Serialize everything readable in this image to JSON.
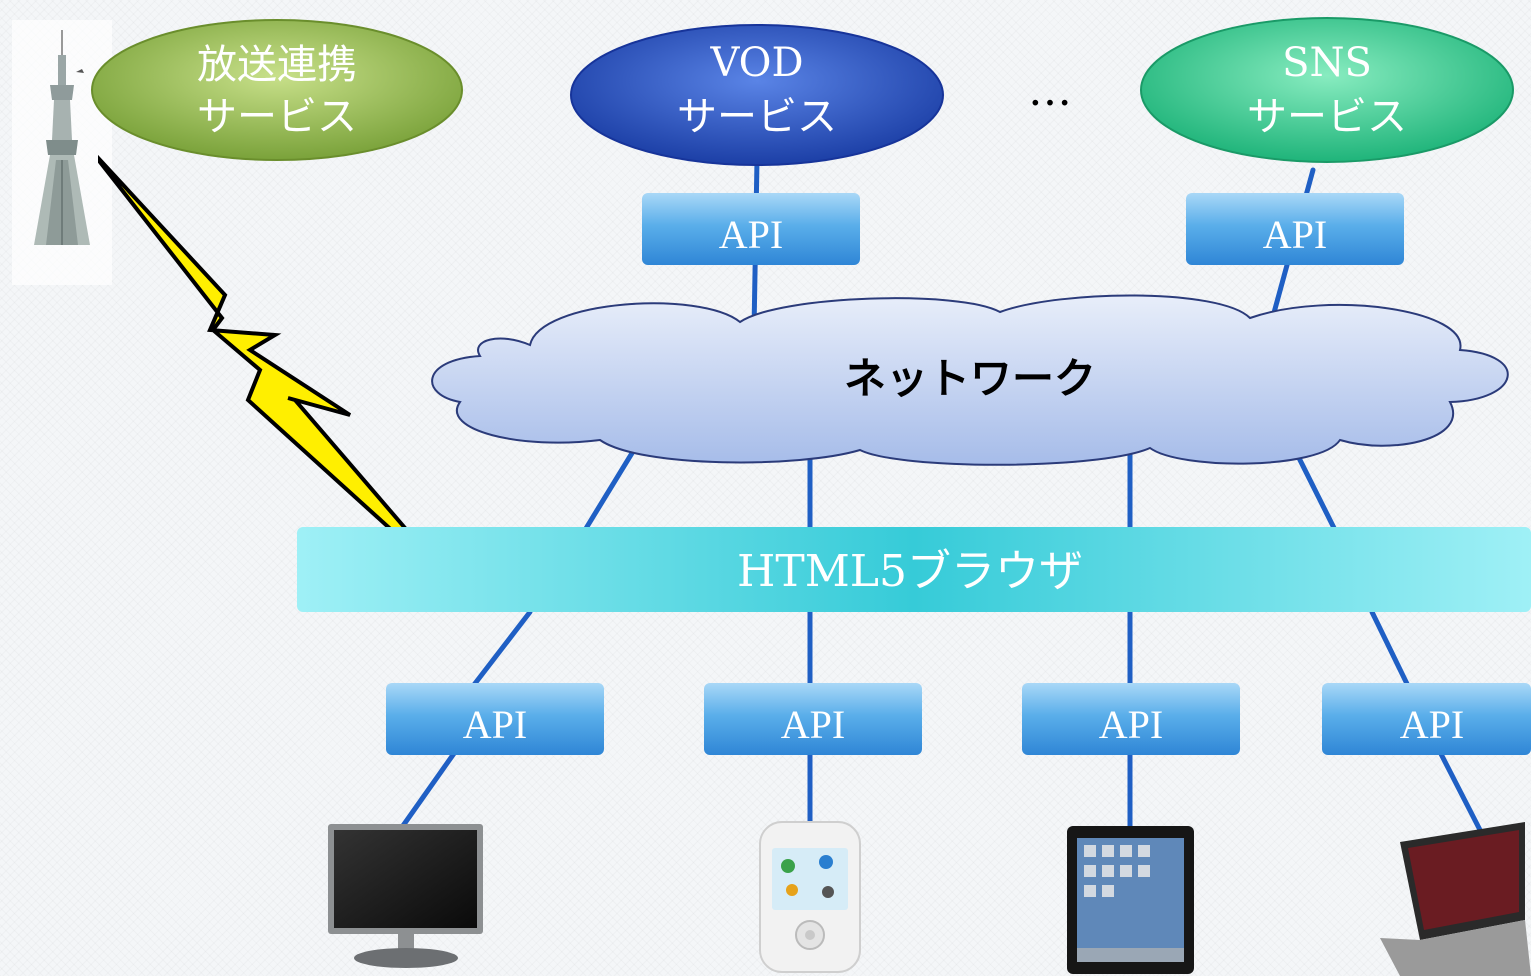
{
  "services": {
    "broadcast": {
      "line1": "放送連携",
      "line2": "サービス"
    },
    "vod": {
      "line1": "VOD",
      "line2": "サービス"
    },
    "ellipsis": "…",
    "sns": {
      "line1": "SNS",
      "line2": "サービス"
    }
  },
  "api_label": "API",
  "network_label": "ネットワーク",
  "browser_label": "HTML5ブラウザ",
  "devices": [
    "tv-icon",
    "smartphone-icon",
    "tablet-icon",
    "laptop-icon"
  ],
  "colors": {
    "broadcast_service": "#9cc05a",
    "vod_service": "#2b52c0",
    "sns_service": "#35c48a",
    "api_box": "#3b8fe0",
    "browser_bar": "#3fd0dc",
    "cloud": "#c6d4ef",
    "line": "#1f5fc4",
    "lightning": "#ffef00"
  }
}
